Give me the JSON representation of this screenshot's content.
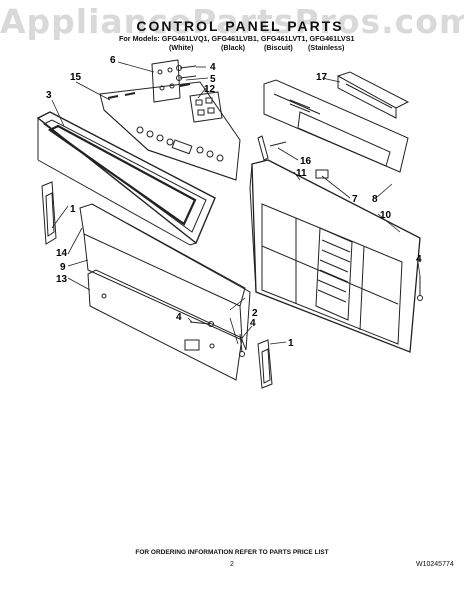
{
  "watermark": "AppliancePartsPros.com",
  "title": "CONTROL PANEL PARTS",
  "models_line": "For Models: GFG461LVQ1, GFG461LVB1, GFG461LVT1, GFG461LVS1",
  "colors": [
    "(White)",
    "(Black)",
    "(Biscuit)",
    "(Stainless)"
  ],
  "callouts": [
    "1",
    "1",
    "2",
    "3",
    "4",
    "4",
    "4",
    "4",
    "5",
    "6",
    "7",
    "8",
    "9",
    "10",
    "11",
    "12",
    "13",
    "14",
    "15",
    "16",
    "17"
  ],
  "footer_note": "FOR ORDERING INFORMATION REFER TO PARTS PRICE LIST",
  "page_number": "2",
  "doc_number": "W10245774"
}
